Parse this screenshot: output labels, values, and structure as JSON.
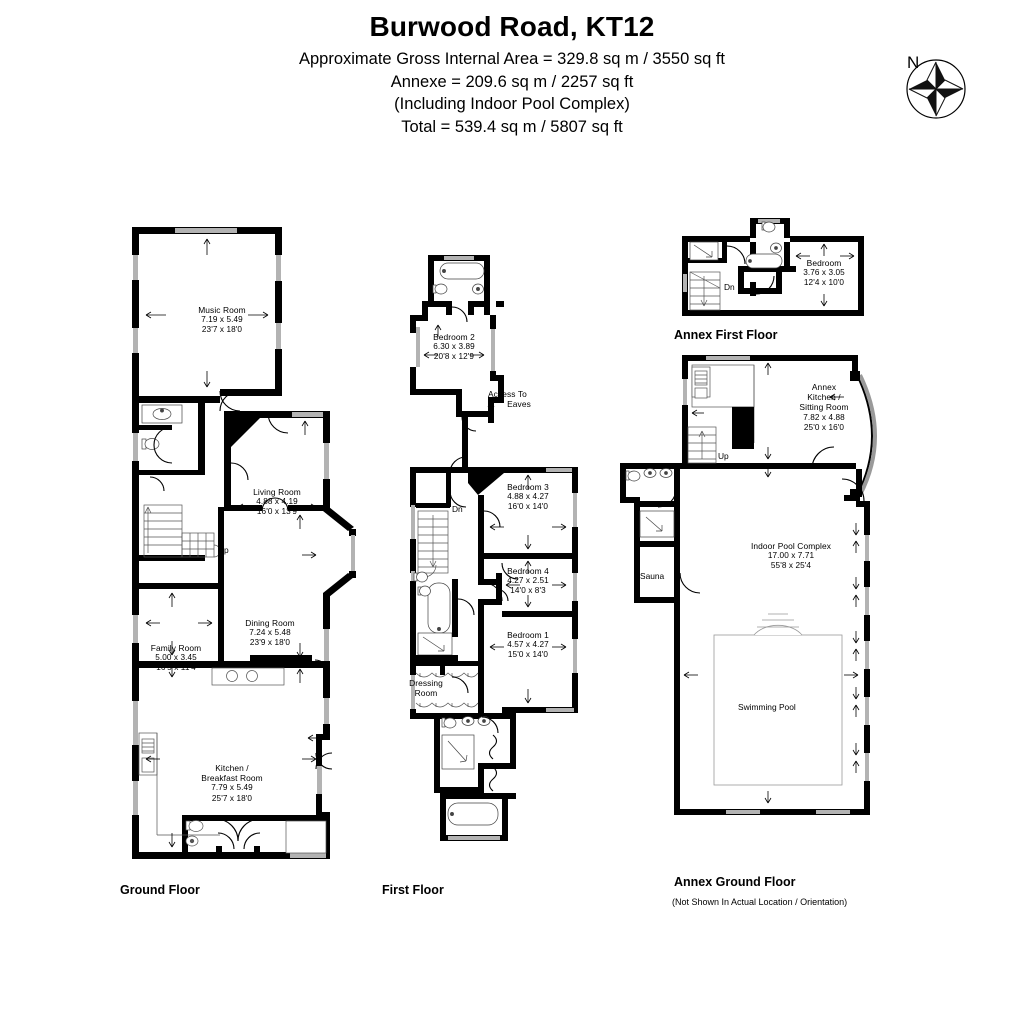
{
  "header": {
    "title": "Burwood Road, KT12",
    "lines": [
      "Approximate Gross Internal Area = 329.8 sq m / 3550 sq ft",
      "Annexe = 209.6 sq m / 2257 sq ft",
      "(Including Indoor Pool Complex)",
      "Total = 539.4 sq m / 5807 sq ft"
    ]
  },
  "compass": {
    "north_label": "N",
    "icon": "compass-rose-icon"
  },
  "floors": [
    {
      "id": "ground-floor",
      "label": "Ground Floor",
      "note": "",
      "rooms": [
        {
          "name": "Music Room",
          "metric": "7.19 x 5.49",
          "imperial": "23'7 x 18'0"
        },
        {
          "name": "Living Room",
          "metric": "4.88 x 4.19",
          "imperial": "16'0 x 13'9"
        },
        {
          "name": "Dining Room",
          "metric": "7.24 x 5.48",
          "imperial": "23'9 x 18'0"
        },
        {
          "name": "Family Room",
          "metric": "5.00 x 3.45",
          "imperial": "16'5 x 11'4"
        },
        {
          "name": "Kitchen /\nBreakfast Room",
          "metric": "7.79 x 5.49",
          "imperial": "25'7 x 18'0"
        }
      ],
      "annotations": [
        "Up"
      ]
    },
    {
      "id": "first-floor",
      "label": "First Floor",
      "note": "",
      "rooms": [
        {
          "name": "Bedroom 2",
          "metric": "6.30 x 3.89",
          "imperial": "20'8 x 12'9"
        },
        {
          "name": "Bedroom 3",
          "metric": "4.88 x 4.27",
          "imperial": "16'0 x 14'0"
        },
        {
          "name": "Bedroom 4",
          "metric": "4.27 x 2.51",
          "imperial": "14'0 x 8'3"
        },
        {
          "name": "Bedroom 1",
          "metric": "4.57 x 4.27",
          "imperial": "15'0 x 14'0"
        },
        {
          "name": "Dressing\nRoom",
          "metric": "",
          "imperial": ""
        }
      ],
      "annotations": [
        "Access To\nEaves",
        "Dn"
      ]
    },
    {
      "id": "annex-first-floor",
      "label": "Annex First Floor",
      "note": "",
      "rooms": [
        {
          "name": "Bedroom",
          "metric": "3.76 x 3.05",
          "imperial": "12'4 x 10'0"
        }
      ],
      "annotations": [
        "Dn"
      ]
    },
    {
      "id": "annex-ground-floor",
      "label": "Annex Ground Floor",
      "note": "(Not Shown In Actual Location / Orientation)",
      "rooms": [
        {
          "name": "Annex\nKitchen /\nSitting Room",
          "metric": "7.82 x 4.88",
          "imperial": "25'0 x 16'0"
        },
        {
          "name": "Indoor Pool Complex",
          "metric": "17.00 x 7.71",
          "imperial": "55'8 x 25'4"
        },
        {
          "name": "Sauna",
          "metric": "",
          "imperial": ""
        },
        {
          "name": "Swimming Pool",
          "metric": "",
          "imperial": ""
        }
      ],
      "annotations": [
        "Up"
      ]
    }
  ],
  "labels": {
    "music_room": "Music Room",
    "music_room_m": "7.19 x 5.49",
    "music_room_i": "23'7 x 18'0",
    "living_room": "Living Room",
    "living_room_m": "4.88 x 4.19",
    "living_room_i": "16'0 x 13'9",
    "dining_room": "Dining Room",
    "dining_room_m": "7.24 x 5.48",
    "dining_room_i": "23'9 x 18'0",
    "family_room": "Family Room",
    "family_room_m": "5.00 x 3.45",
    "family_room_i": "16'5 x 11'4",
    "kitchen_l1": "Kitchen /",
    "kitchen_l2": "Breakfast Room",
    "kitchen_m": "7.79 x 5.49",
    "kitchen_i": "25'7 x 18'0",
    "up_ground": "Up",
    "ground_floor": "Ground Floor",
    "bedroom2": "Bedroom 2",
    "bedroom2_m": "6.30 x 3.89",
    "bedroom2_i": "20'8 x 12'9",
    "bedroom3": "Bedroom 3",
    "bedroom3_m": "4.88 x 4.27",
    "bedroom3_i": "16'0 x 14'0",
    "bedroom4": "Bedroom 4",
    "bedroom4_m": "4.27 x 2.51",
    "bedroom4_i": "14'0 x 8'3",
    "bedroom1": "Bedroom 1",
    "bedroom1_m": "4.57 x 4.27",
    "bedroom1_i": "15'0 x 14'0",
    "dressing_l1": "Dressing",
    "dressing_l2": "Room",
    "eaves_l1": "Access To",
    "eaves_l2": "Eaves",
    "dn_first": "Dn",
    "first_floor": "First Floor",
    "annex_bedroom": "Bedroom",
    "annex_bedroom_m": "3.76 x 3.05",
    "annex_bedroom_i": "12'4 x 10'0",
    "dn_annex": "Dn",
    "annex_first_floor": "Annex First Floor",
    "annex_kitchen_l1": "Annex",
    "annex_kitchen_l2": "Kitchen /",
    "annex_kitchen_l3": "Sitting Room",
    "annex_kitchen_m": "7.82 x 4.88",
    "annex_kitchen_i": "25'0 x 16'0",
    "pool_complex": "Indoor Pool Complex",
    "pool_complex_m": "17.00 x 7.71",
    "pool_complex_i": "55'8 x 25'4",
    "sauna": "Sauna",
    "swimming_pool": "Swimming Pool",
    "up_annex": "Up",
    "annex_ground_floor": "Annex Ground Floor",
    "annex_note": "(Not Shown In Actual Location / Orientation)"
  },
  "colors": {
    "wall": "#000000",
    "window": "#b0b0b0",
    "fixture_line": "#555555",
    "background": "#ffffff"
  }
}
